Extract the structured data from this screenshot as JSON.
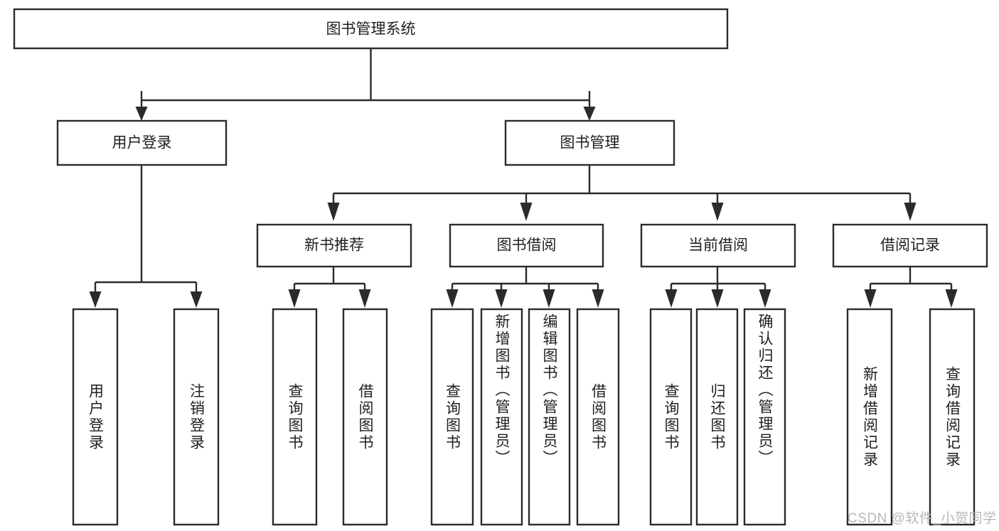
{
  "diagram": {
    "type": "tree-flowchart",
    "title": "图书管理系统",
    "orientation": "top-down",
    "colors": {
      "box_stroke": "#2b2b2b",
      "box_fill": "#ffffff",
      "text": "#1f1f1f",
      "background": "#ffffff",
      "watermark": "#b8b8b8"
    },
    "levels": {
      "root": {
        "label": "图书管理系统"
      },
      "level2": [
        {
          "id": "user-login",
          "label": "用户登录"
        },
        {
          "id": "book-management",
          "label": "图书管理"
        }
      ],
      "level3": [
        {
          "id": "new-book-recommend",
          "label": "新书推荐",
          "parent": "book-management"
        },
        {
          "id": "book-borrow",
          "label": "图书借阅",
          "parent": "book-management"
        },
        {
          "id": "current-borrow",
          "label": "当前借阅",
          "parent": "book-management"
        },
        {
          "id": "borrow-record",
          "label": "借阅记录",
          "parent": "book-management"
        }
      ],
      "leaves": {
        "user-login": [
          {
            "id": "leaf-user-login",
            "label": "用户登录"
          },
          {
            "id": "leaf-user-logout",
            "label": "注销登录"
          }
        ],
        "new-book-recommend": [
          {
            "id": "leaf-query-book-1",
            "label": "查询图书"
          },
          {
            "id": "leaf-borrow-book-1",
            "label": "借阅图书"
          }
        ],
        "book-borrow": [
          {
            "id": "leaf-query-book-2",
            "label": "查询图书"
          },
          {
            "id": "leaf-add-book",
            "label": "新增图书（管理员）"
          },
          {
            "id": "leaf-edit-book",
            "label": "编辑图书（管理员）"
          },
          {
            "id": "leaf-borrow-book-2",
            "label": "借阅图书"
          }
        ],
        "current-borrow": [
          {
            "id": "leaf-query-book-3",
            "label": "查询图书"
          },
          {
            "id": "leaf-return-book",
            "label": "归还图书"
          },
          {
            "id": "leaf-confirm-return",
            "label": "确认归还（管理员）"
          }
        ],
        "borrow-record": [
          {
            "id": "leaf-add-record",
            "label": "新增借阅记录"
          },
          {
            "id": "leaf-query-record",
            "label": "查询借阅记录"
          }
        ]
      }
    }
  },
  "watermark": {
    "text": "CSDN @软件_小贺同学"
  }
}
